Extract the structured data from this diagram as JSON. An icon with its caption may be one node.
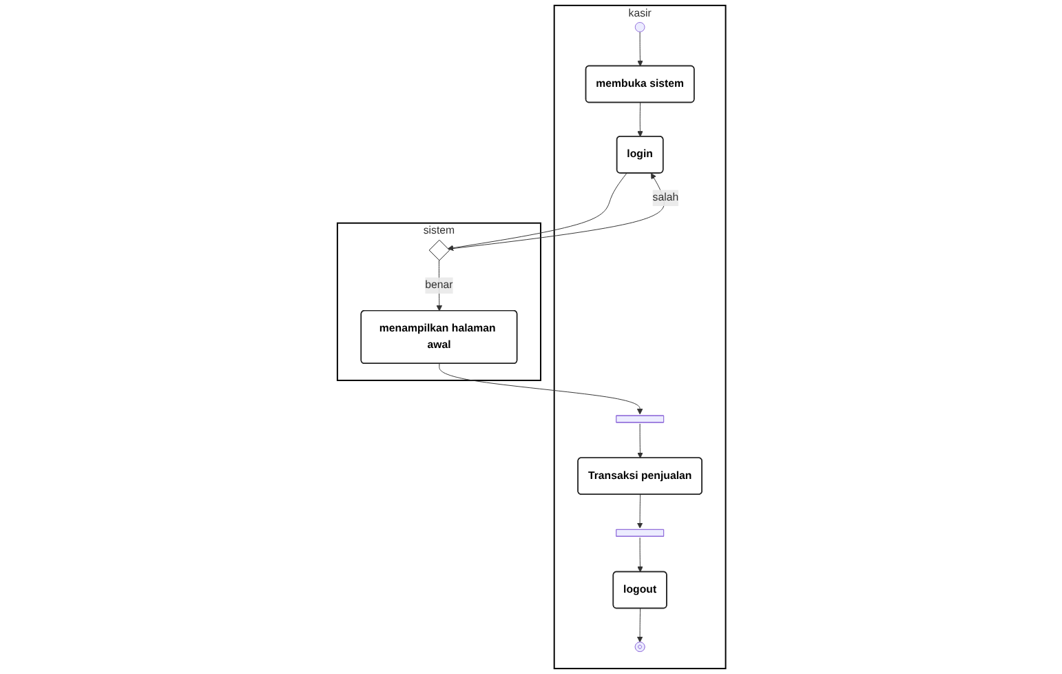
{
  "diagram": {
    "nodes": [
      {
        "text": [
          "kasir"
        ]
      },
      {
        "text": [
          "sistem"
        ]
      },
      {
        "text": [],
        "shape": "circle",
        "in": 0
      },
      {
        "text": [
          "membuka sistem"
        ],
        "in": 0
      },
      {
        "text": [
          "login"
        ],
        "in": 0
      },
      {
        "text": [],
        "shape": "diamond",
        "in": 1
      },
      {
        "text": [
          "menampilkan halaman awal"
        ],
        "in": 1
      },
      {
        "text": [],
        "shape": "bar",
        "in": 0
      },
      {
        "text": [
          "Transaksi penjualan"
        ],
        "in": 0
      },
      {
        "text": [],
        "shape": "bar",
        "in": 0
      },
      {
        "text": [
          "logout"
        ],
        "in": 0
      },
      {
        "text": [],
        "shape": "bullseye",
        "in": 0
      }
    ],
    "edges": [
      {
        "from": 2,
        "to": 3,
        "arrow": "to"
      },
      {
        "from": 3,
        "to": 4,
        "arrow": "to"
      },
      {
        "from": 4,
        "to": 5,
        "arrow": "to"
      },
      {
        "from": 5,
        "to": 4,
        "arrow": "to",
        "label": "salah"
      },
      {
        "from": 5,
        "to": 6,
        "arrow": "to",
        "label": "benar"
      },
      {
        "from": 6,
        "to": 7,
        "arrow": "to"
      },
      {
        "from": 7,
        "to": 8,
        "arrow": "to"
      },
      {
        "from": 8,
        "to": 9,
        "arrow": "to"
      },
      {
        "from": 9,
        "to": 10,
        "arrow": "to"
      },
      {
        "from": 10,
        "to": 11,
        "arrow": "to"
      }
    ]
  }
}
